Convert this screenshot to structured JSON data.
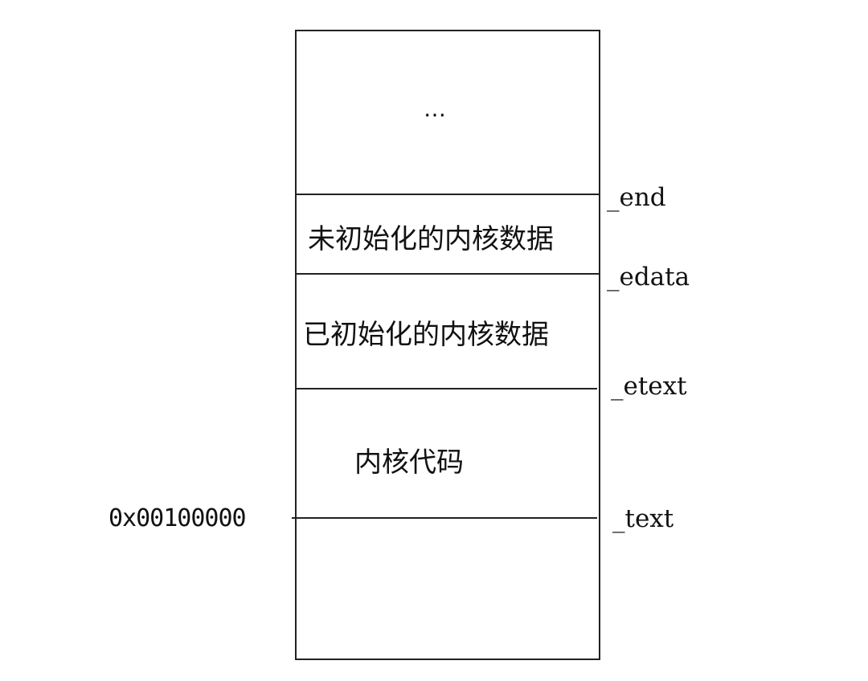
{
  "diagram": {
    "top_region": "…",
    "regions": [
      {
        "id": "bss",
        "label": "未初始化的内核数据"
      },
      {
        "id": "data",
        "label": "已初始化的内核数据"
      },
      {
        "id": "code",
        "label": "内核代码"
      }
    ],
    "boundaries": [
      {
        "id": "end",
        "label": "_end"
      },
      {
        "id": "edata",
        "label": "_edata"
      },
      {
        "id": "etext",
        "label": "_etext"
      },
      {
        "id": "text",
        "label": "_text"
      }
    ],
    "start_address": "0x00100000"
  }
}
